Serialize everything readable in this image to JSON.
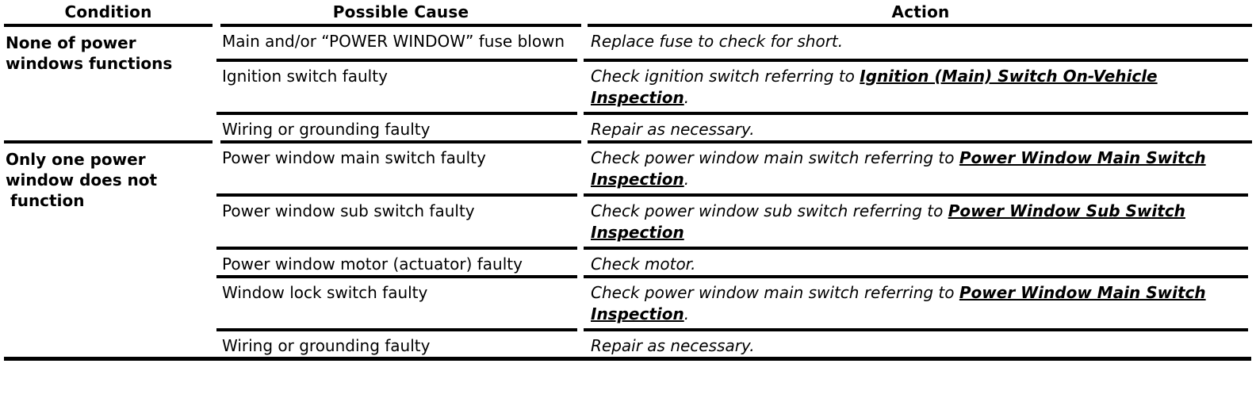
{
  "table": {
    "headers": {
      "condition": "Condition",
      "cause": "Possible Cause",
      "action": "Action"
    },
    "groups": [
      {
        "condition": "None of power windows functions",
        "condition_lines": [
          "None of power",
          "windows functions"
        ],
        "rows": [
          {
            "cause": "Main and/or “POWER WINDOW” fuse blown",
            "action_pre": "Replace fuse to check for short.",
            "action_link": "",
            "action_post": ""
          },
          {
            "cause": "Ignition switch faulty",
            "action_pre": "Check ignition switch referring to ",
            "action_link": "Ignition (Main) Switch On-Vehicle Inspection",
            "action_post": "."
          },
          {
            "cause": "Wiring or grounding faulty",
            "action_pre": "Repair as necessary.",
            "action_link": "",
            "action_post": ""
          }
        ]
      },
      {
        "condition": "Only one power window does not function",
        "condition_lines": [
          "Only one power",
          "window does not",
          "function"
        ],
        "rows": [
          {
            "cause": "Power window main switch faulty",
            "action_pre": "Check power window main switch referring to ",
            "action_link": "Power Window Main Switch Inspection",
            "action_post": "."
          },
          {
            "cause": "Power window sub switch faulty",
            "action_pre": "Check power window sub switch referring to ",
            "action_link": "Power Window Sub Switch Inspection",
            "action_post": ""
          },
          {
            "cause": "Power window motor (actuator) faulty",
            "action_pre": "Check motor.",
            "action_link": "",
            "action_post": ""
          },
          {
            "cause": "Window lock switch faulty",
            "action_pre": "Check power window main switch referring to ",
            "action_link": "Power Window Main Switch Inspection",
            "action_post": "."
          },
          {
            "cause": "Wiring or grounding faulty",
            "action_pre": "Repair as necessary.",
            "action_link": "",
            "action_post": ""
          }
        ]
      }
    ],
    "colors": {
      "text": "#000000",
      "rule": "#000000",
      "background": "#ffffff"
    }
  }
}
